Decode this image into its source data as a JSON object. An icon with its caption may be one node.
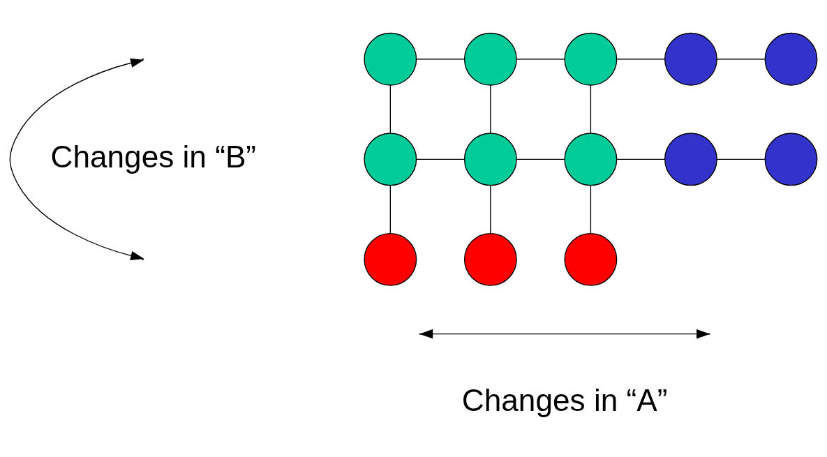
{
  "diagram": {
    "nodes": [
      {
        "text": [],
        "shape": "circle"
      },
      {
        "text": [],
        "shape": "circle"
      },
      {
        "text": [],
        "shape": "circle"
      },
      {
        "text": [],
        "shape": "circle"
      },
      {
        "text": [],
        "shape": "circle"
      },
      {
        "text": [],
        "shape": "circle"
      },
      {
        "text": [],
        "shape": "circle"
      },
      {
        "text": [],
        "shape": "circle"
      },
      {
        "text": [],
        "shape": "circle"
      },
      {
        "text": [],
        "shape": "circle"
      },
      {
        "text": [],
        "shape": "circle"
      },
      {
        "text": [],
        "shape": "circle"
      },
      {
        "text": [],
        "shape": "circle"
      }
    ],
    "edges": [
      {
        "from": 0,
        "to": 1,
        "arrow": "none"
      },
      {
        "from": 1,
        "to": 2,
        "arrow": "none"
      },
      {
        "from": 2,
        "to": 3,
        "arrow": "none"
      },
      {
        "from": 3,
        "to": 4,
        "arrow": "none"
      },
      {
        "from": 0,
        "to": 5,
        "arrow": "none"
      },
      {
        "from": 1,
        "to": 6,
        "arrow": "none"
      },
      {
        "from": 2,
        "to": 7,
        "arrow": "none"
      },
      {
        "from": 5,
        "to": 6,
        "arrow": "none"
      },
      {
        "from": 6,
        "to": 7,
        "arrow": "none"
      },
      {
        "from": 7,
        "to": 8,
        "arrow": "none"
      },
      {
        "from": 8,
        "to": 9,
        "arrow": "none"
      },
      {
        "from": 5,
        "to": 10,
        "arrow": "none"
      },
      {
        "from": 6,
        "to": 11,
        "arrow": "none"
      },
      {
        "from": 7,
        "to": 12,
        "arrow": "none"
      }
    ],
    "labels": [
      "Changes in “B”",
      "Changes in “A”"
    ]
  }
}
